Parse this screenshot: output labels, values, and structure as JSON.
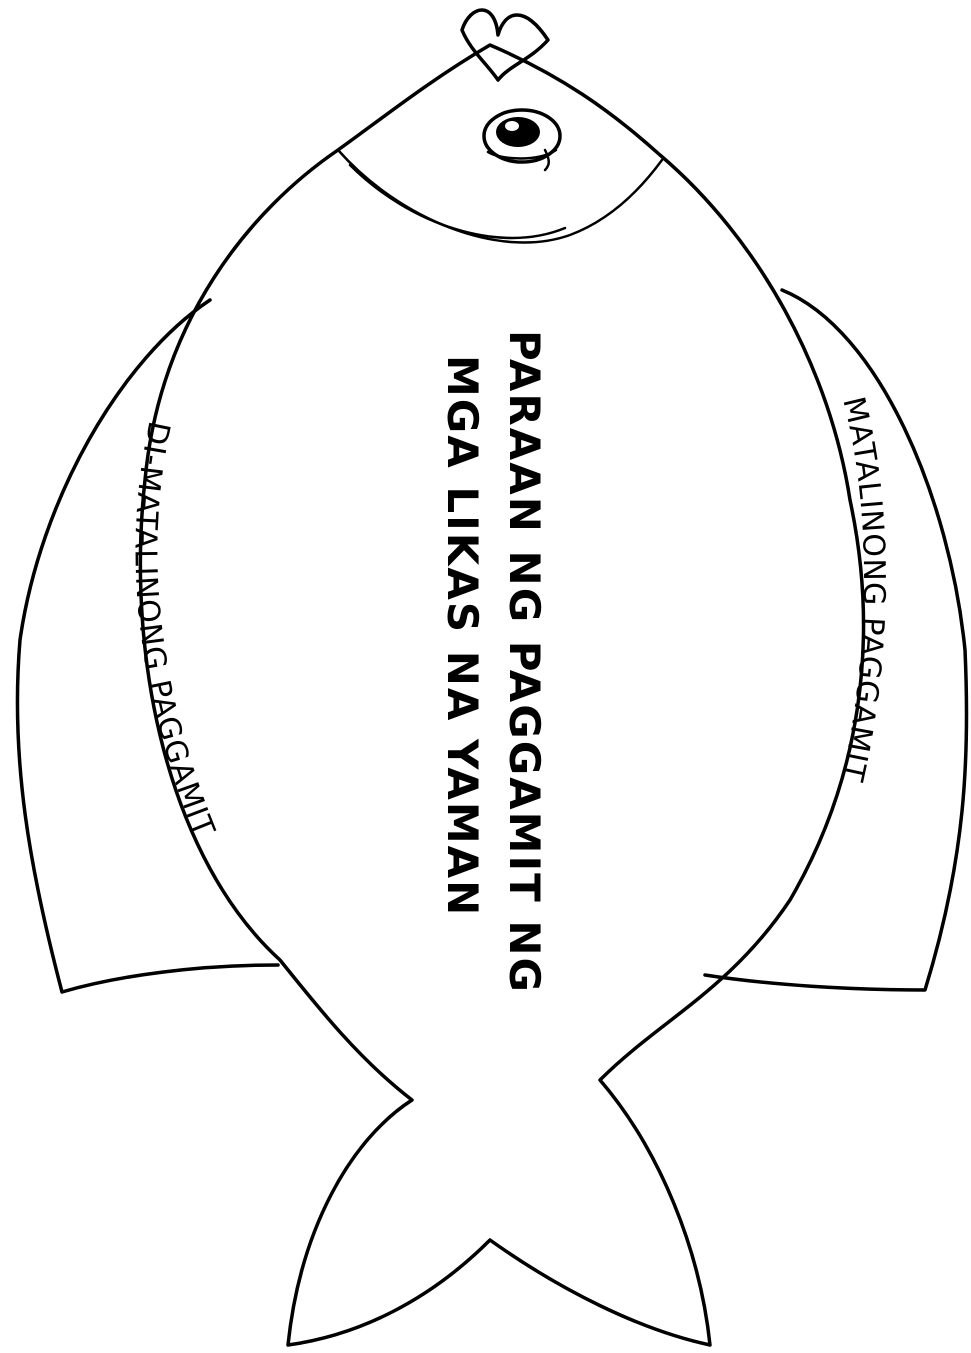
{
  "worksheet": {
    "body_label_line1": "PARAAN NG PAGGAMIT NG",
    "body_label_line2": "MGA LIKAS NA YAMAN",
    "left_fin_label": "DI-MATALINONG PAGGAMIT",
    "right_fin_label": "MATALINONG PAGGAMIT"
  },
  "icons": {
    "figure": "fish-outline-icon",
    "eye": "fish-eye-icon"
  },
  "colors": {
    "ink": "#000000",
    "paper": "#ffffff"
  }
}
